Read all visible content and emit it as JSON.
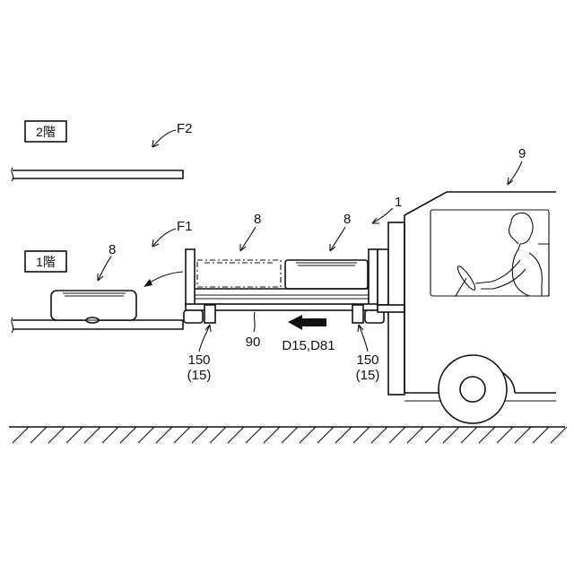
{
  "labels": {
    "floor2_box": "2階",
    "floor1_box": "1階",
    "floor2_ref": "F2",
    "floor1_ref": "F1",
    "truck_ref": "9",
    "fork_ref": "1",
    "cargo_ghost_ref": "8",
    "cargo_right_ref": "8",
    "cargo_floor_ref": "8",
    "plate_ref": "90",
    "arrow_ref": "D15,D81",
    "roller_left_ref": "150",
    "roller_left_sub": "(15)",
    "roller_right_ref": "150",
    "roller_right_sub": "(15)"
  },
  "icons": {
    "direction_arrow": "left-arrow-icon",
    "leader_arrow": "curved-leader-arrow-icon",
    "ground": "hatched-ground-icon"
  }
}
